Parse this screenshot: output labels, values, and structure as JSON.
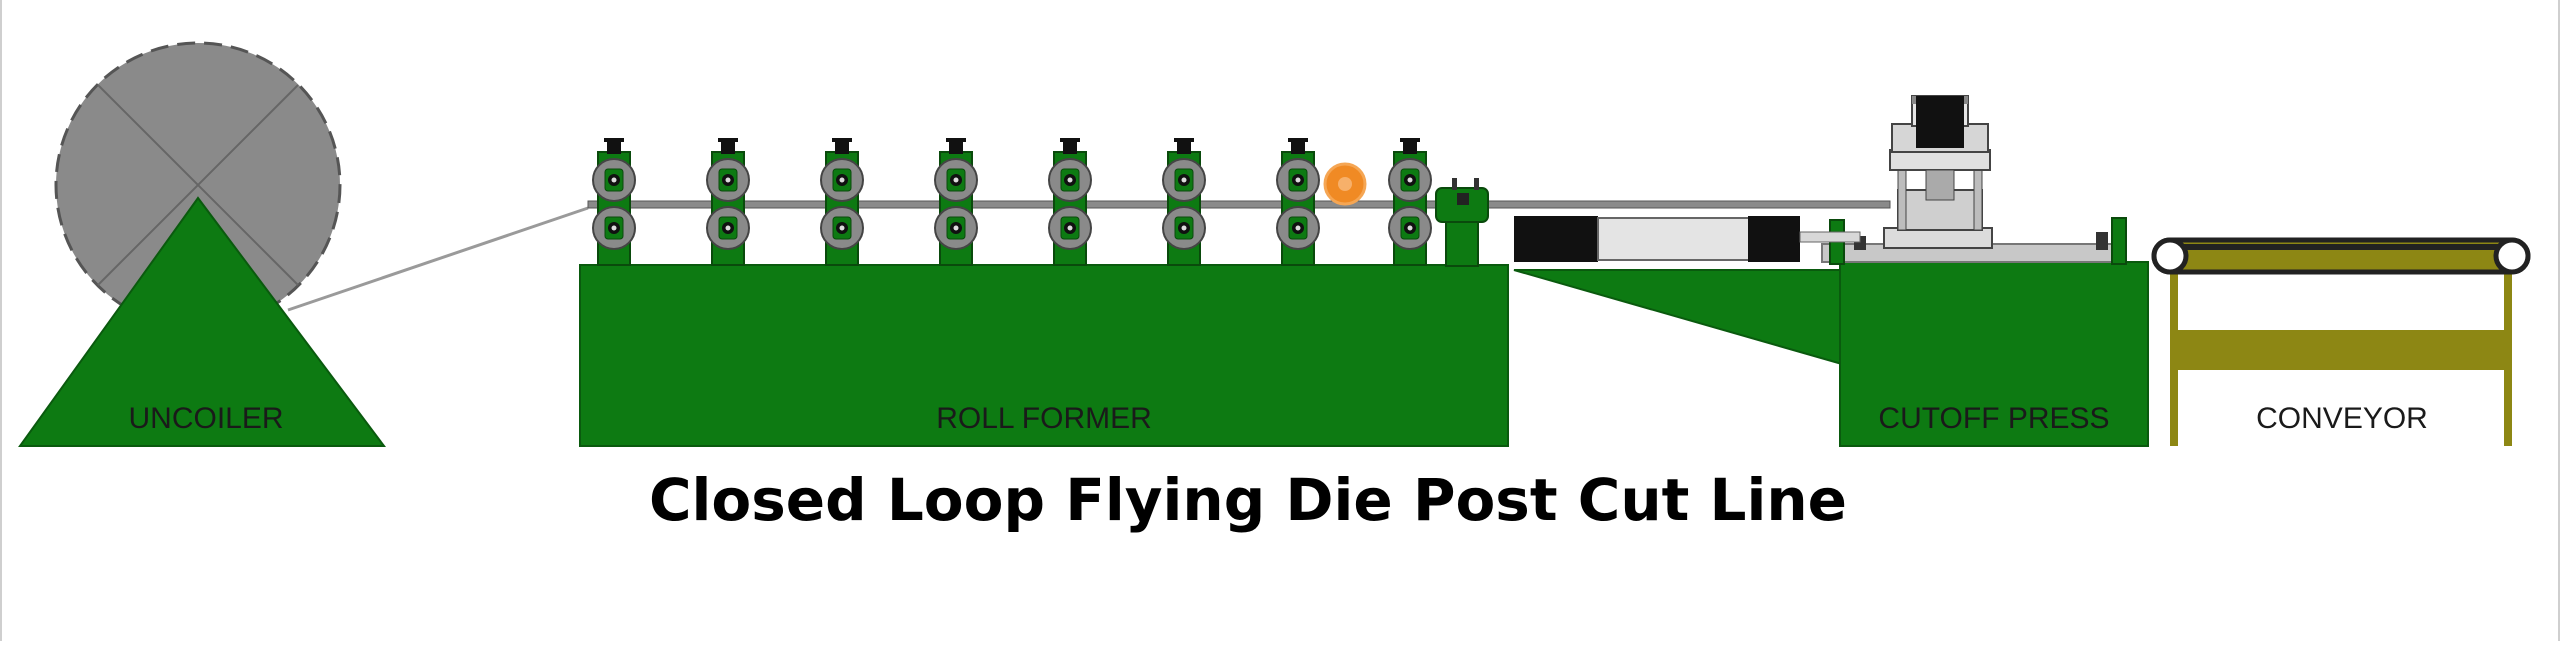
{
  "title": "Closed Loop Flying Die Post Cut Line",
  "stations": {
    "uncoiler": "UNCOILER",
    "roll_former": "ROLL FORMER",
    "cutoff_press": "CUTOFF PRESS",
    "conveyor": "CONVEYOR"
  },
  "colors": {
    "machine_green": "#0d7a12",
    "coil_gray": "#8a8a8a",
    "conveyor_olive": "#8d8714",
    "encoder_orange": "#f08a24"
  }
}
